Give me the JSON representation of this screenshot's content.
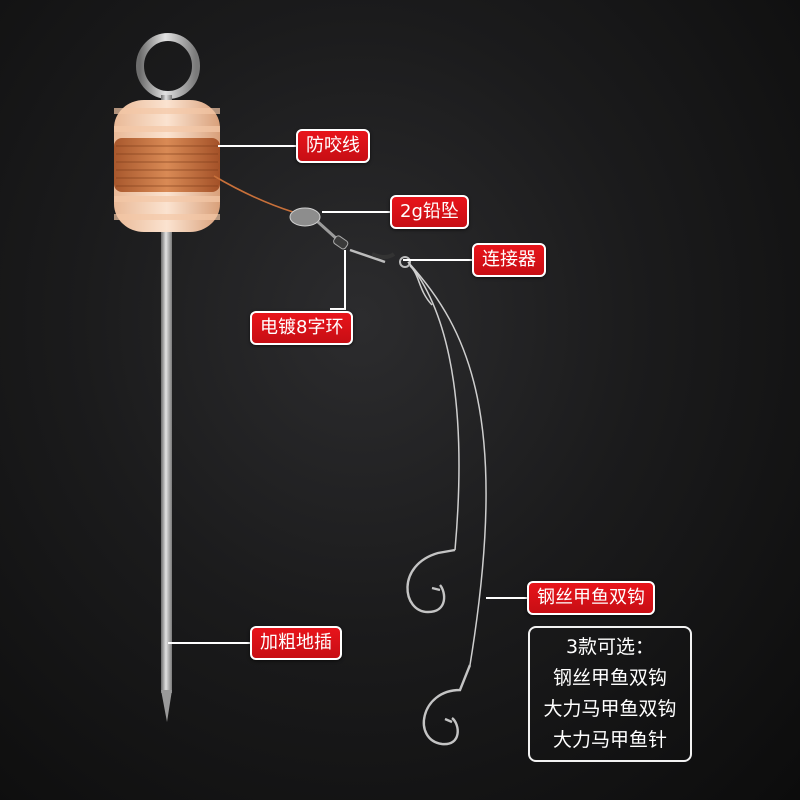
{
  "labels": {
    "anti_bite_line": "防咬线",
    "lead_sinker": "2g铅坠",
    "connector": "连接器",
    "swivel_ring": "电镀8字环",
    "steel_wire_hook": "钢丝甲鱼双钩",
    "ground_stake": "加粗地插"
  },
  "options": {
    "title": "3款可选：",
    "items": [
      "钢丝甲鱼双钩",
      "大力马甲鱼双钩",
      "大力马甲鱼针"
    ]
  },
  "colors": {
    "label_red": "#d81118",
    "line_orange": "#c8703a",
    "metal": "#b8b8b8"
  }
}
